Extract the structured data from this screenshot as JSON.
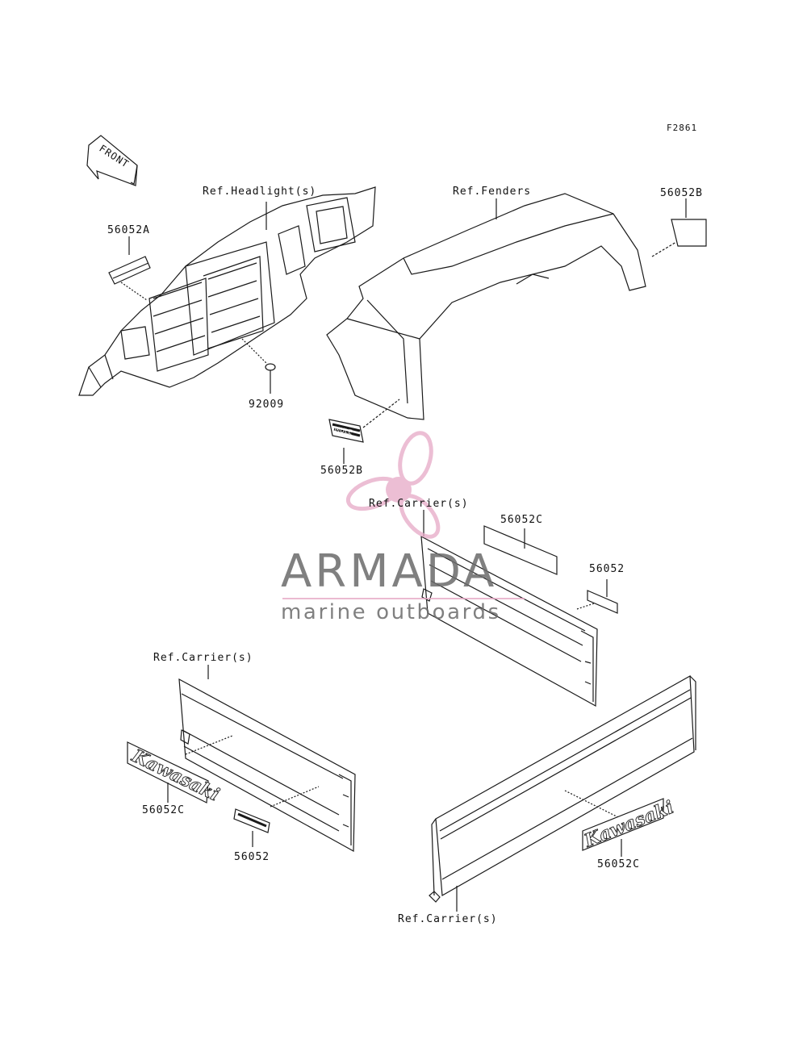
{
  "figure_code": "F2861",
  "front_indicator": "FRONT",
  "labels": {
    "ref_headlights": "Ref.Headlight(s)",
    "ref_fenders": "Ref.Fenders",
    "part_56052b_top": "56052B",
    "part_56052a": "56052A",
    "part_92009": "92009",
    "part_56052b_mid": "56052B",
    "ref_carrier_top": "Ref.Carrier(s)",
    "part_56052c_top": "56052C",
    "part_56052_right": "56052",
    "ref_carrier_left": "Ref.Carrier(s)",
    "part_56052c_left": "56052C",
    "part_56052_left": "56052",
    "part_56052c_right": "56052C",
    "ref_carrier_bottom": "Ref.Carrier(s)"
  },
  "decal_text": {
    "brand_left": "Kawasaki",
    "brand_right": "Kawasaki",
    "model_badge": "MULE"
  },
  "watermark": {
    "title": "ARMADA",
    "subtitle": "marine outboards",
    "accent_color": "#e6a9c6",
    "text_color": "#6b6b6b",
    "logo_icon": "propeller-icon"
  }
}
